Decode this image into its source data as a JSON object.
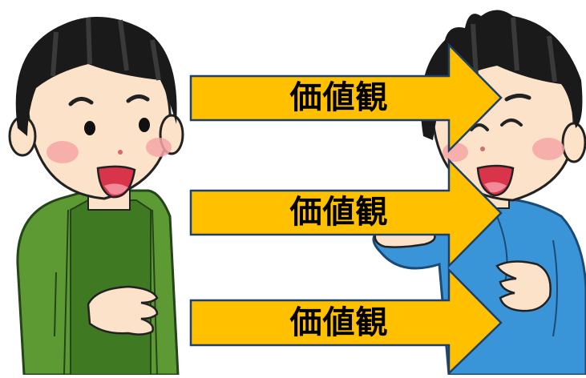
{
  "arrows": [
    {
      "label": "価値観"
    },
    {
      "label": "価値観"
    },
    {
      "label": "価値観"
    }
  ],
  "colors": {
    "arrow_fill": "#FFC000",
    "arrow_stroke": "#1F3F66",
    "left_shirt": "#5E9A34",
    "left_shirt_dark": "#3F7A22",
    "right_shirt": "#3A95D8",
    "skin": "#FCE2C8",
    "hair": "#1A1A1A",
    "cheek": "#F6A6A6",
    "mouth": "#D8344A"
  }
}
